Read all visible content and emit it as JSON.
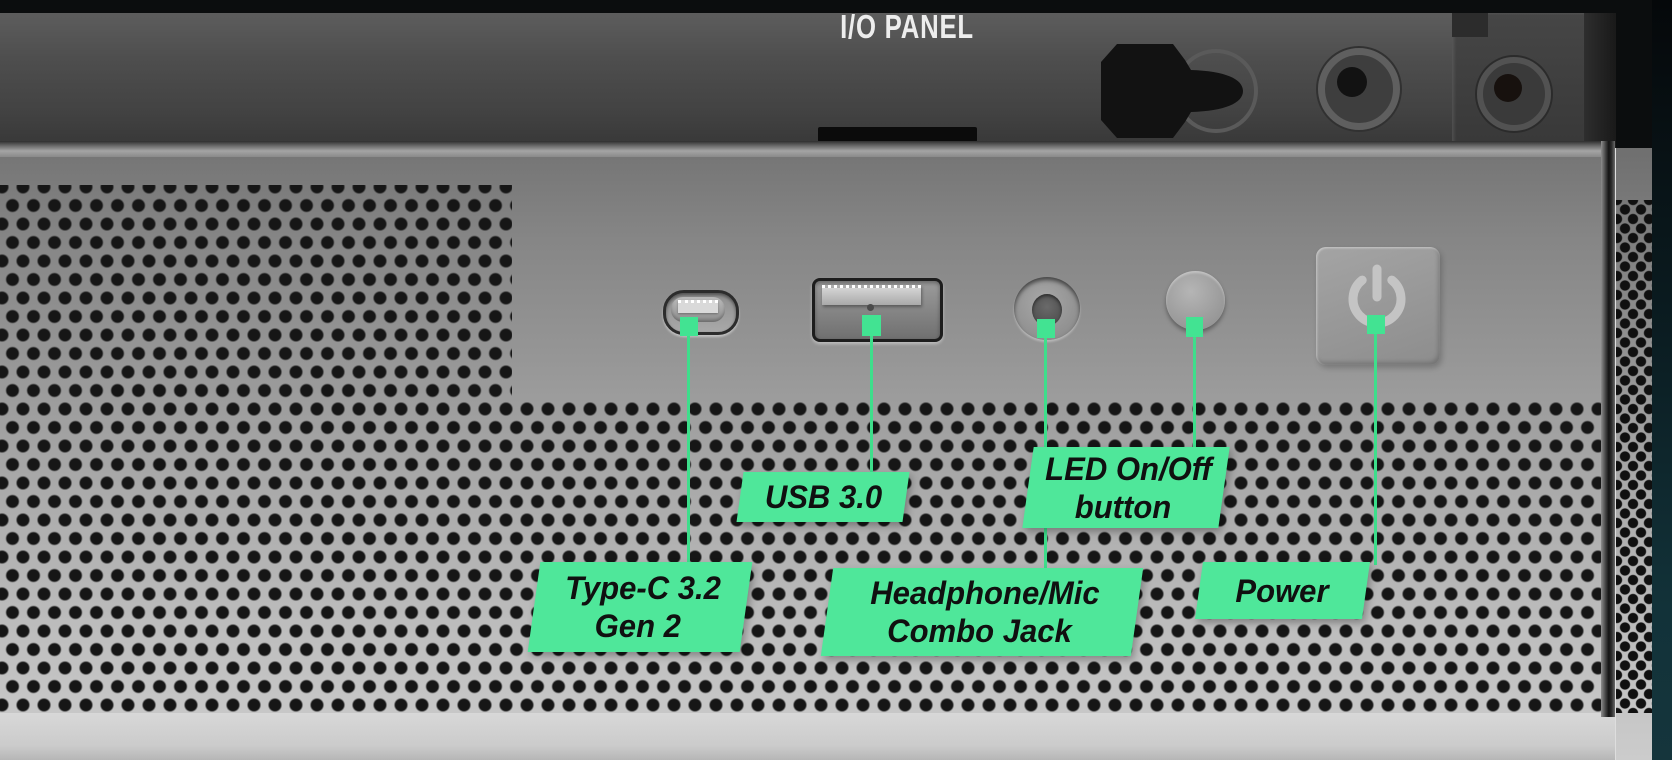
{
  "title": "I/O PANEL",
  "colors": {
    "accent_green": "#4fe79a",
    "callout_line_green": "#3ede8b",
    "label_text": "#101010",
    "chassis_dark": "#4a4a4a",
    "panel_gray": "#9a9a9a"
  },
  "ports": [
    {
      "name": "type-c-port",
      "label_lines": [
        "Type-C 3.2",
        "Gen 2"
      ]
    },
    {
      "name": "usb-port",
      "label_lines": [
        "USB 3.0"
      ]
    },
    {
      "name": "headphone-mic-jack",
      "label_lines": [
        "Headphone/Mic",
        "Combo Jack"
      ]
    },
    {
      "name": "led-on-off-button",
      "label_lines": [
        "LED On/Off",
        "button"
      ]
    },
    {
      "name": "power-button",
      "label_lines": [
        "Power"
      ]
    }
  ]
}
